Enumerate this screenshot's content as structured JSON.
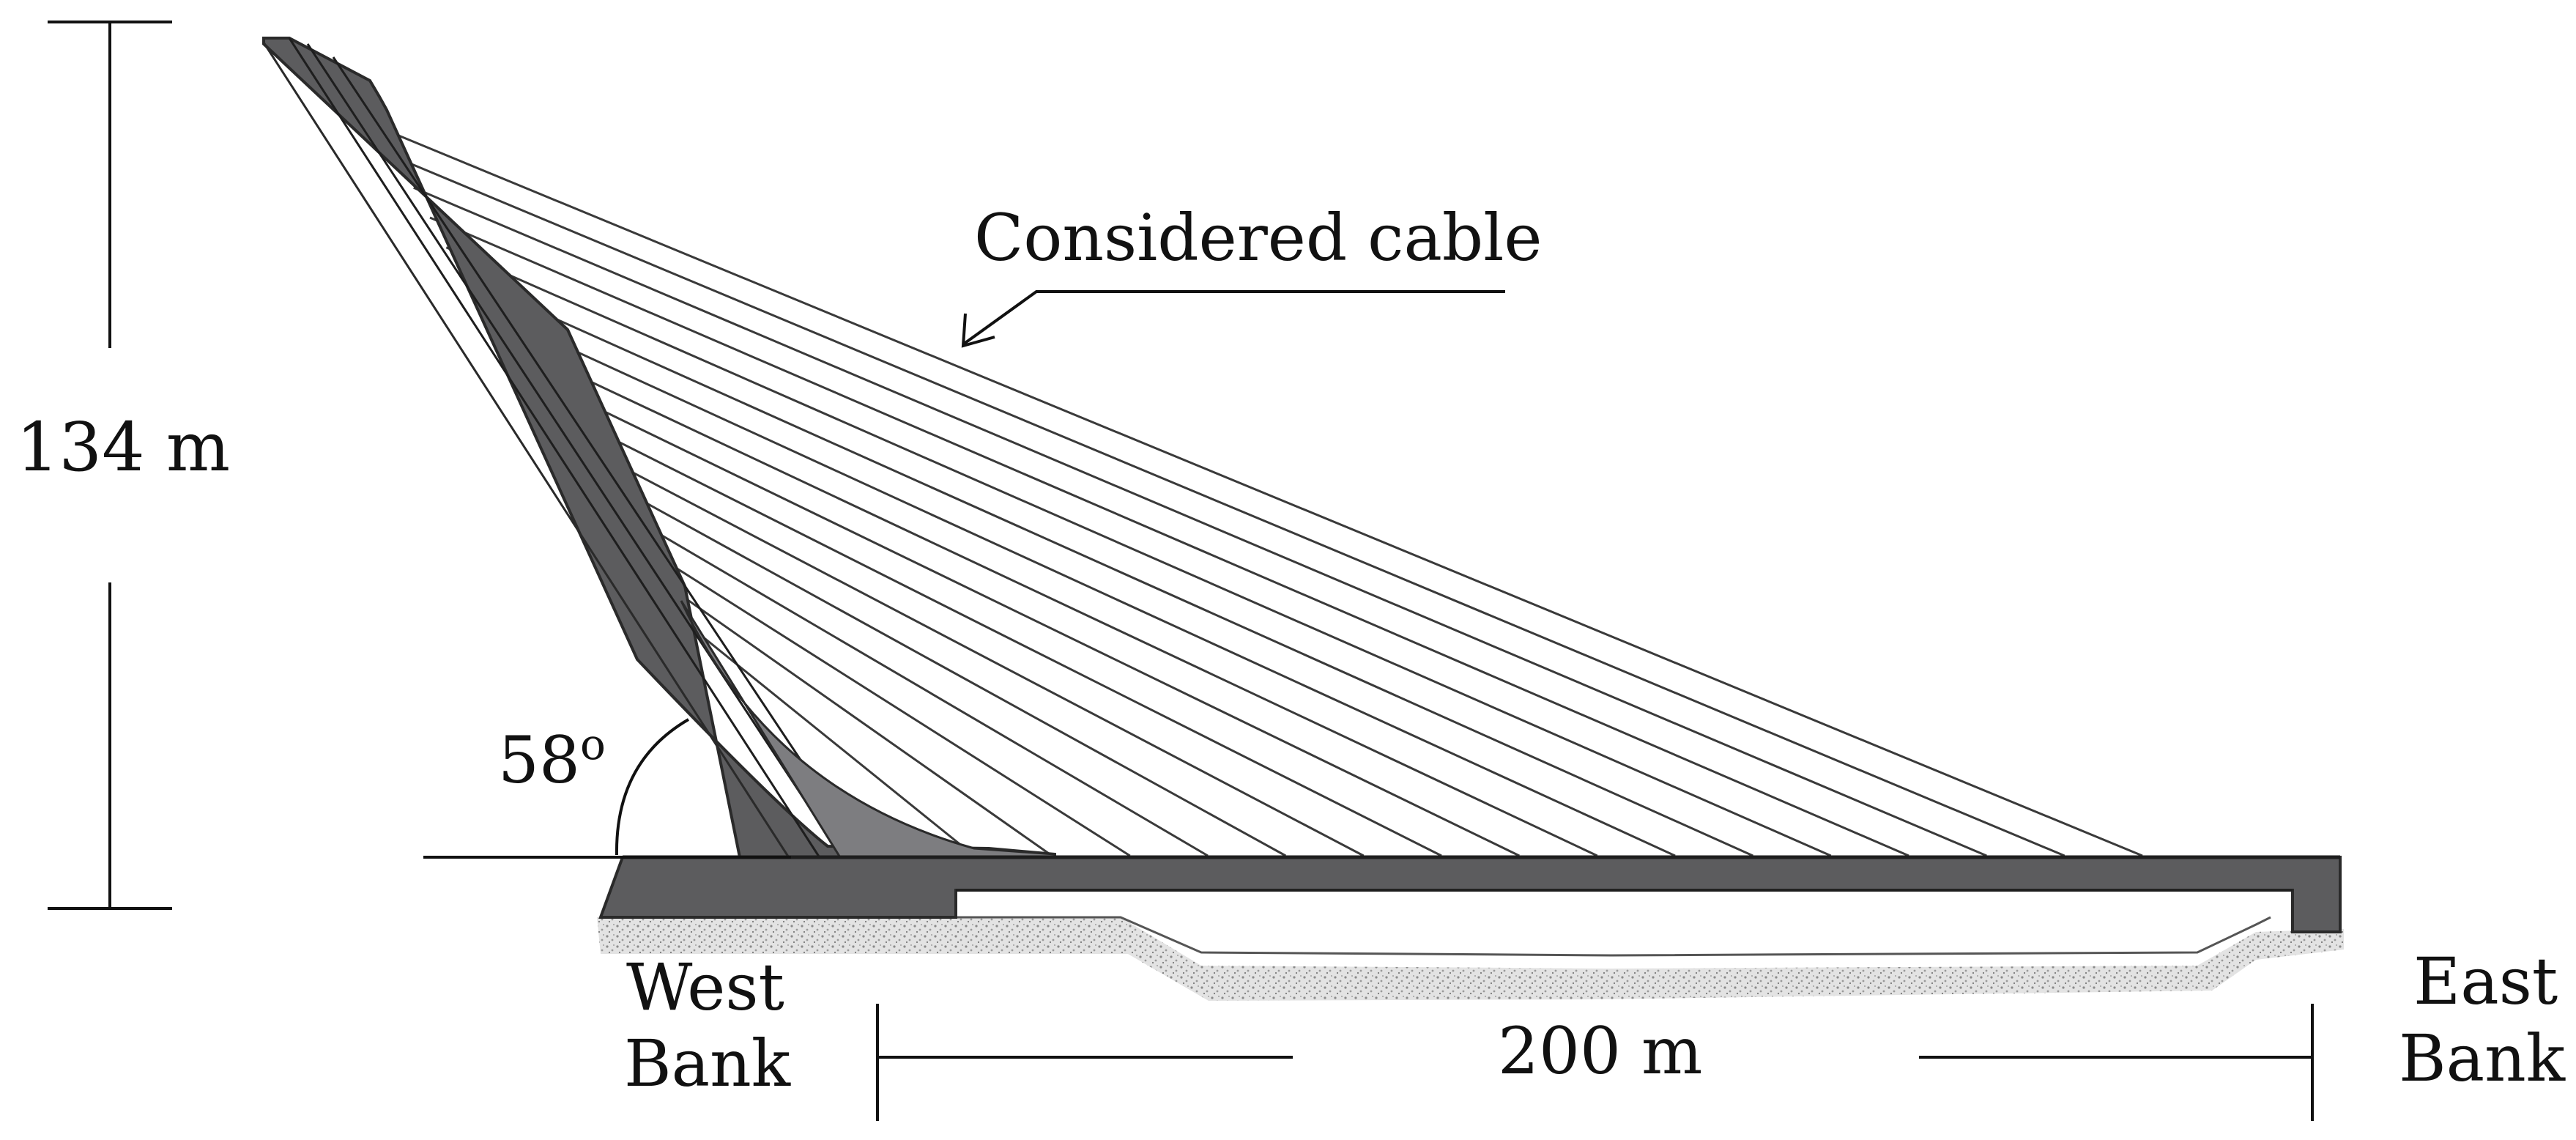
{
  "labels": {
    "height": "134 m",
    "angle": "58",
    "angle_sup": "o",
    "span": "200  m",
    "cable": "Considered cable",
    "west_line1": "West",
    "west_line2": "Bank",
    "east_line1": "East",
    "east_line2": "Bank"
  },
  "colors": {
    "structure": "#5c5c5e",
    "structure_edge": "#2a2a2a",
    "cable": "#3a3a3a",
    "ground": "#b5b5b5",
    "line": "#111111"
  },
  "structure": {
    "pylon_angle_deg": 58,
    "height_m": 134,
    "span_m": 200,
    "cable_count": 16
  }
}
